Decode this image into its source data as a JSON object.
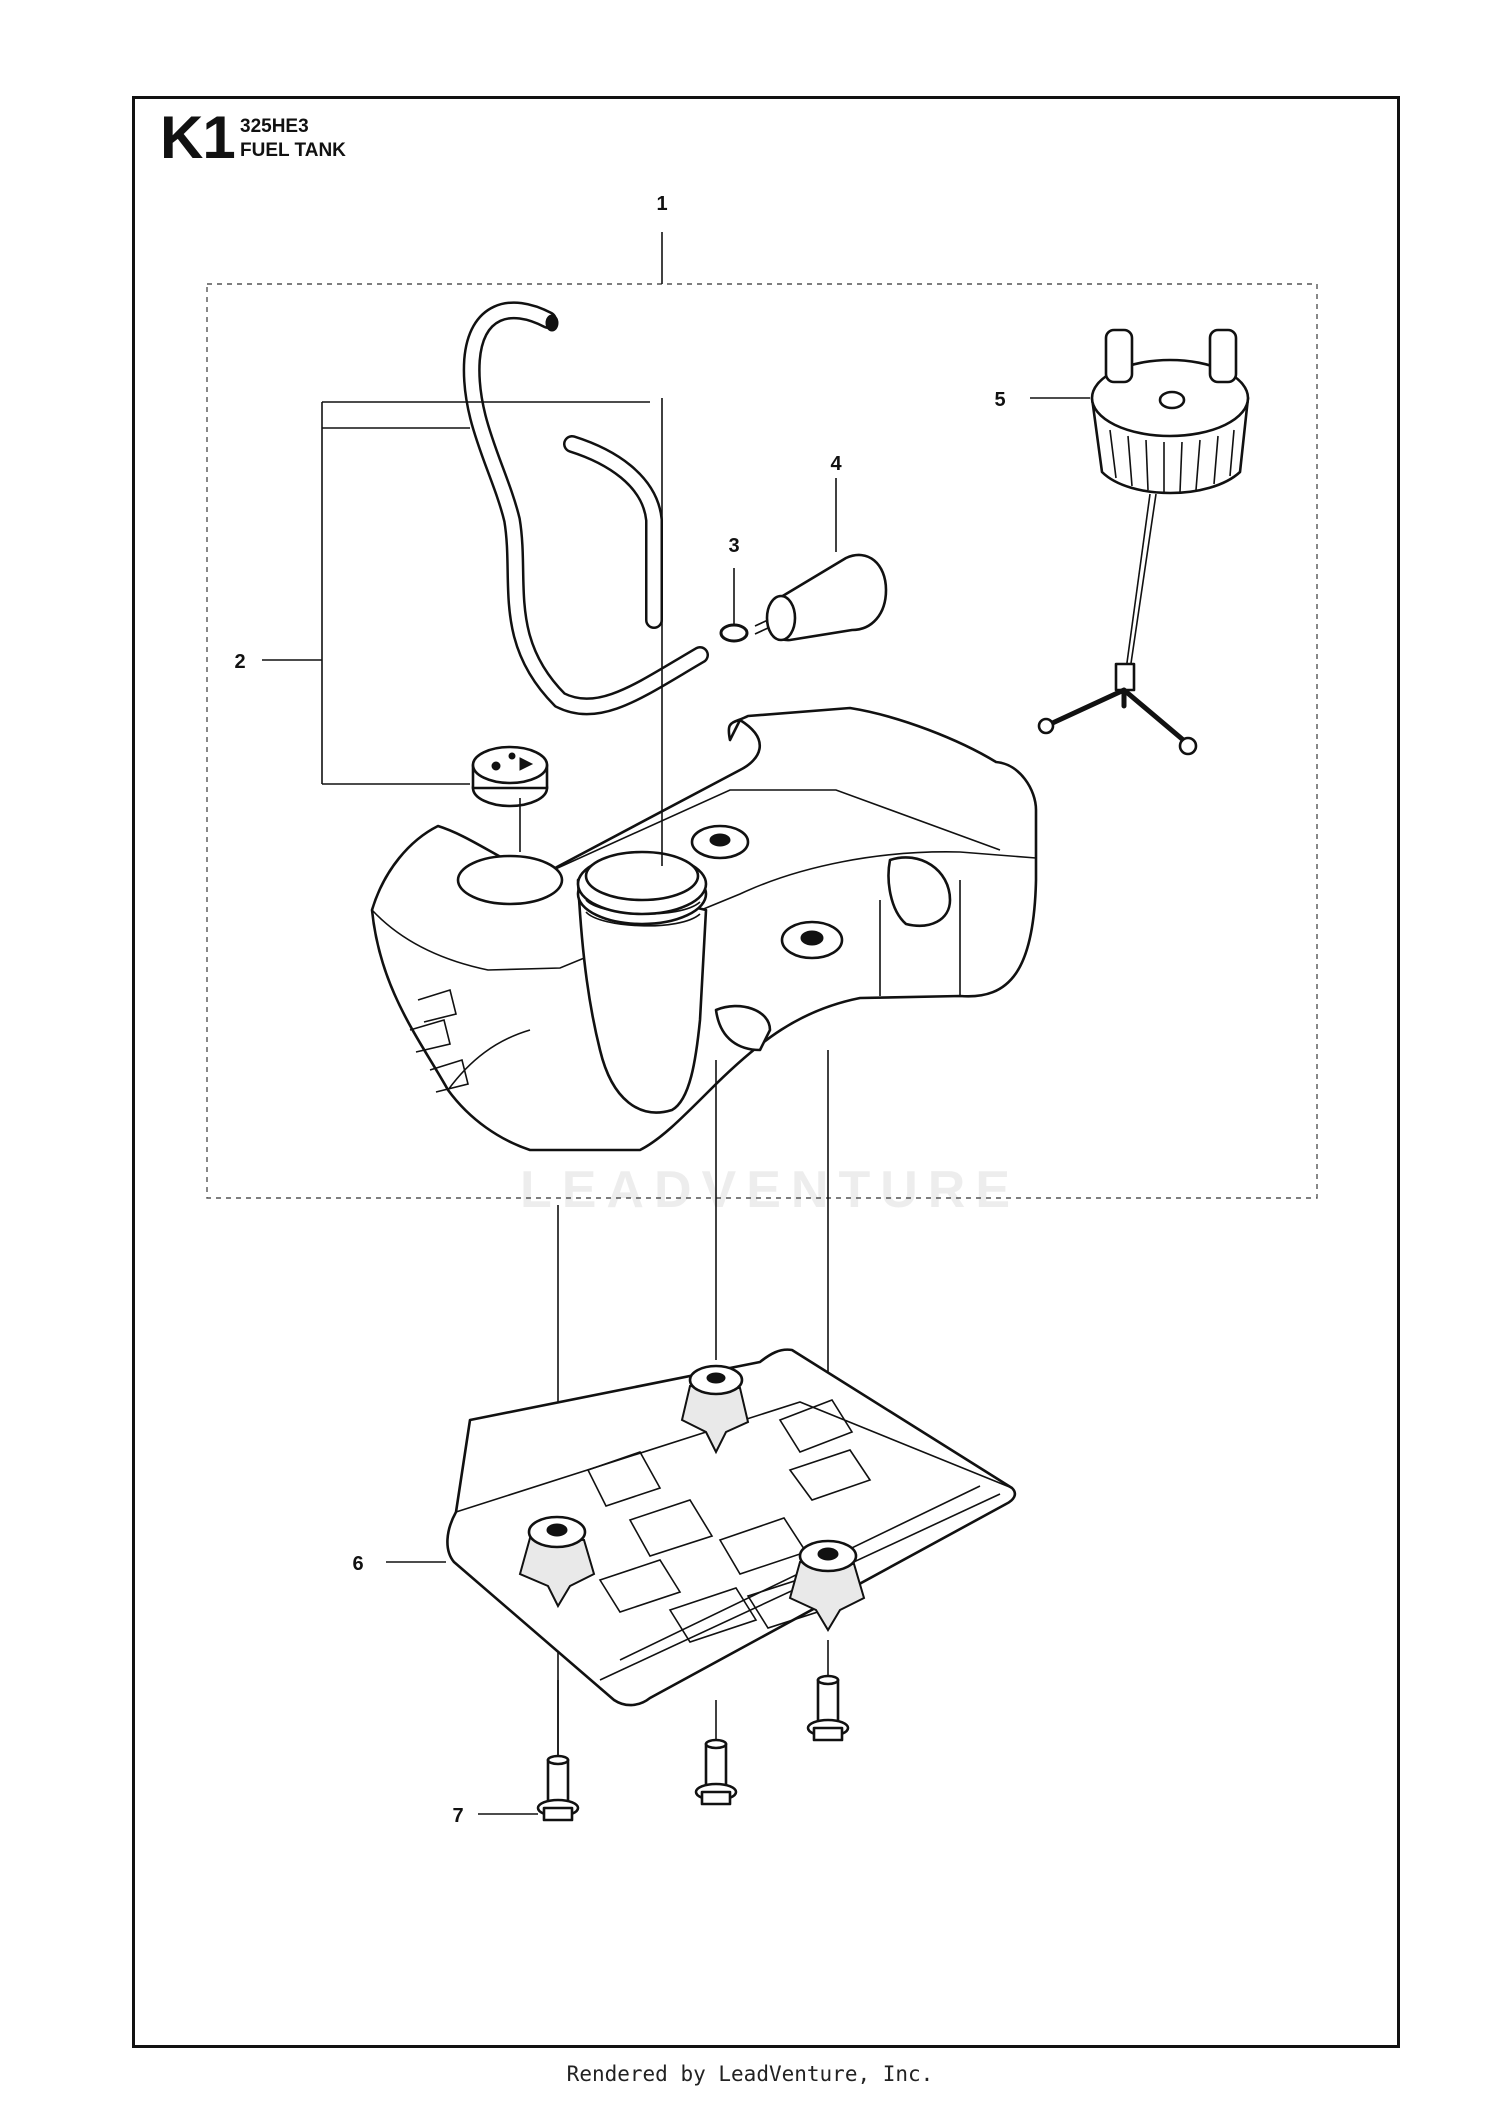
{
  "header": {
    "sheet_code": "K1",
    "model": "325HE3",
    "title": "FUEL TANK"
  },
  "callouts": [
    {
      "number": "1",
      "part": "fuel-tank-assembly"
    },
    {
      "number": "2",
      "part": "fuel-hose-and-grommet"
    },
    {
      "number": "3",
      "part": "hose-clip"
    },
    {
      "number": "4",
      "part": "fuel-filter"
    },
    {
      "number": "5",
      "part": "fuel-cap"
    },
    {
      "number": "6",
      "part": "tank-bracket"
    },
    {
      "number": "7",
      "part": "screw"
    }
  ],
  "watermark": "LEADVENTURE",
  "footer": "Rendered by LeadVenture, Inc."
}
